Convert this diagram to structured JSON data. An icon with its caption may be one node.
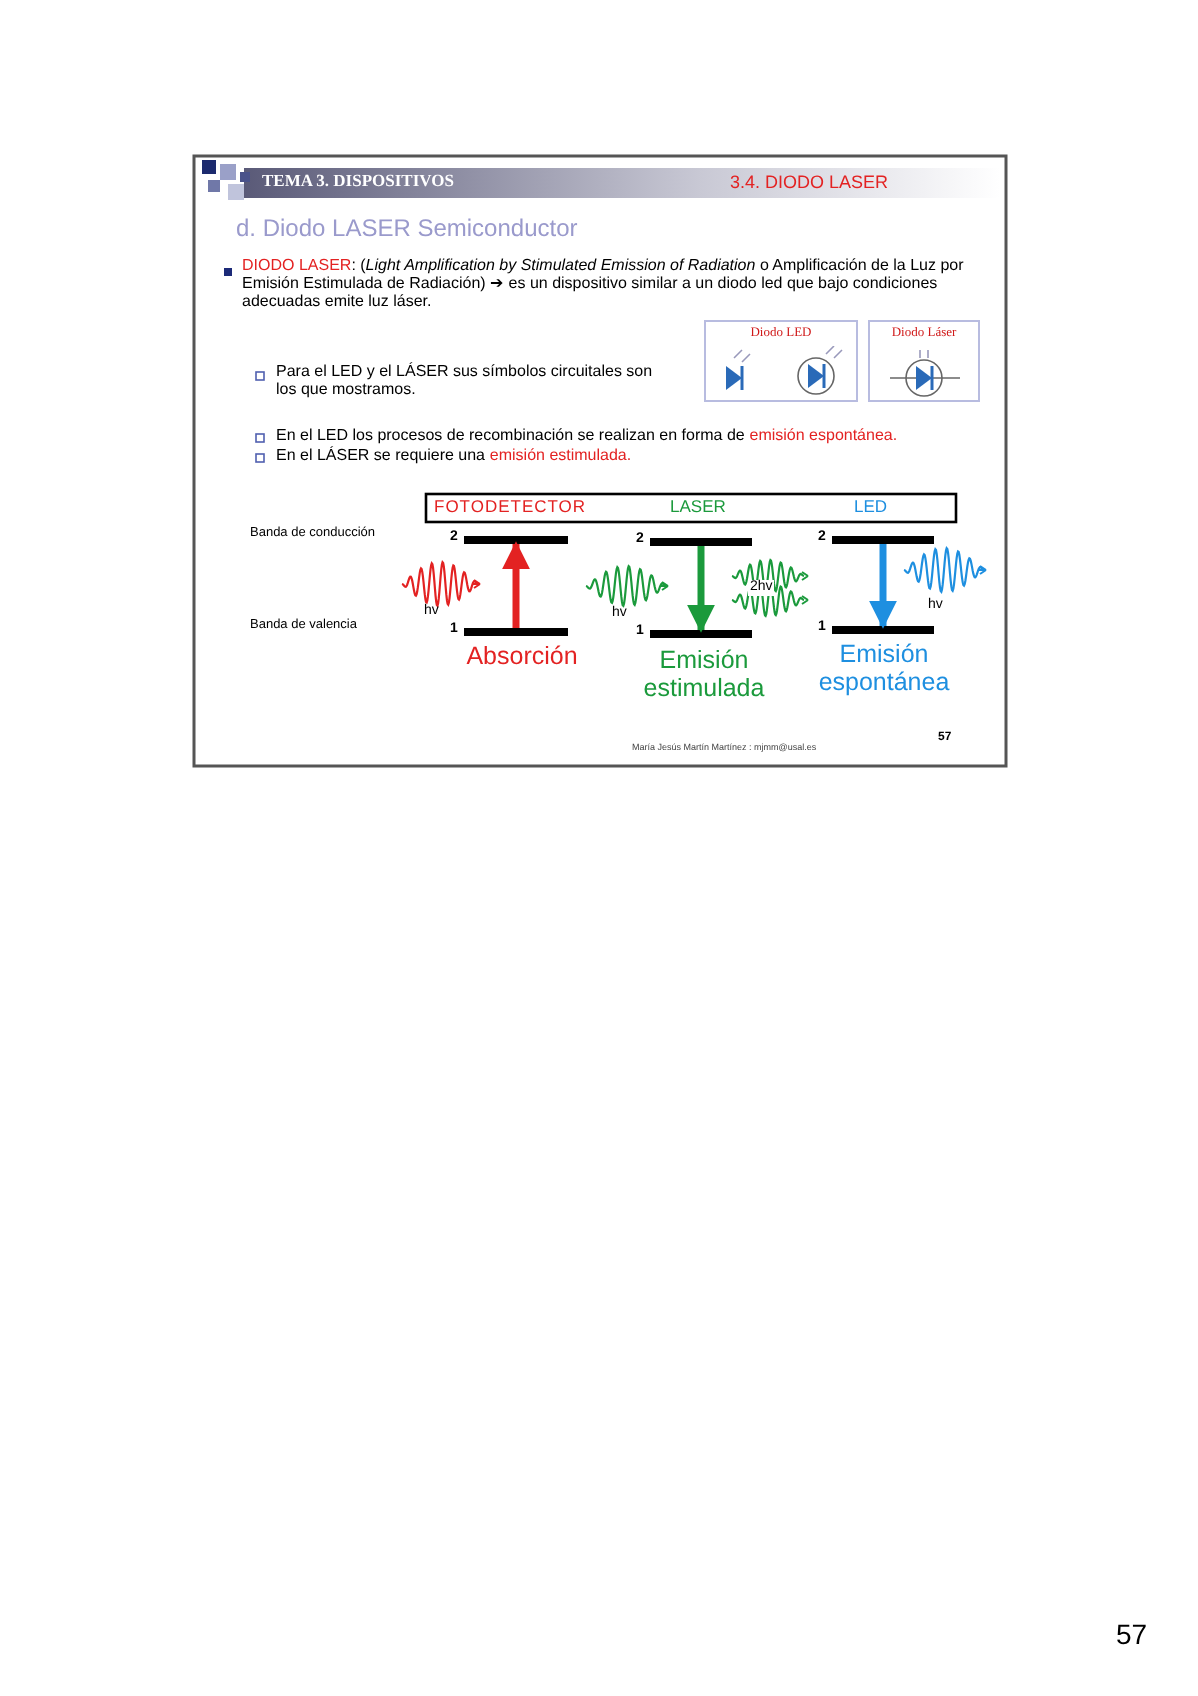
{
  "diagram": {
    "title": "d. Diodo LASER Semiconductor",
    "nodes": [
      {
        "text": [
          "Diodo LED"
        ]
      },
      {
        "text": [
          "Diodo Láser"
        ]
      },
      {
        "text": [],
        "shape": "bar",
        "beside": [
          "2"
        ]
      },
      {
        "text": [],
        "shape": "bar",
        "beside": [
          "1"
        ]
      },
      {
        "text": [],
        "shape": "bar",
        "beside": [
          "2"
        ]
      },
      {
        "text": [],
        "shape": "bar",
        "beside": [
          "1"
        ]
      },
      {
        "text": [],
        "shape": "bar",
        "beside": [
          "2"
        ]
      },
      {
        "text": [],
        "shape": "bar",
        "beside": [
          "1"
        ]
      }
    ],
    "edges": [
      {
        "from": 3,
        "to": 2,
        "arrow": "to",
        "color": "#e32222"
      },
      {
        "from": 4,
        "to": 5,
        "arrow": "to",
        "color": "#1b9a3c"
      },
      {
        "from": 6,
        "to": 7,
        "arrow": "to",
        "color": "#1e8fe0"
      }
    ],
    "labels": [
      "TEMA 3. DISPOSITIVOS",
      "3.4. DIODO LASER",
      "DIODO LASER",
      ": (*Light Amplification by Stimulated Emission of Radiation* o Amplificación de la Luz por Emisión Estimulada de Radiación) ➔ es un dispositivo similar a un diodo led que bajo condiciones adecuadas emite luz láser.",
      "Para el LED y el LÁSER sus símbolos circuitales son los que mostramos.",
      "En el LED los procesos de recombinación se realizan en forma de",
      "emisión espontánea.",
      "En el LÁSER se requiere una",
      "emisión estimulada.",
      "FOTODETECTOR",
      "LASER",
      "LED",
      "Banda de conducción",
      "Banda de valencia",
      "hv",
      "hv",
      "2hv",
      "hv",
      "Absorción",
      "Emisión estimulada",
      "Emisión espontánea",
      "María Jesús Martín Martínez : mjmm@usal.es",
      "57",
      "57"
    ]
  }
}
